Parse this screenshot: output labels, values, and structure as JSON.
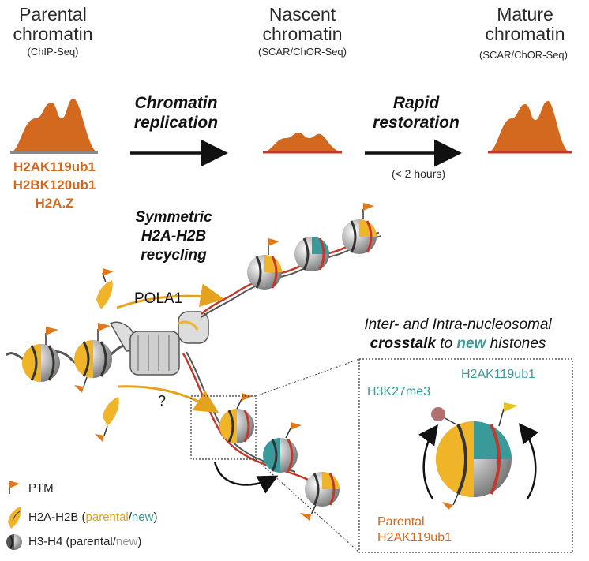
{
  "stages": [
    {
      "title_line1": "Parental",
      "title_line2": "chromatin",
      "method": "(ChIP-Seq)"
    },
    {
      "title_line1": "Nascent",
      "title_line2": "chromatin",
      "method": "(SCAR/ChOR-Seq)"
    },
    {
      "title_line1": "Mature",
      "title_line2": "chromatin",
      "method": "(SCAR/ChOR-Seq)"
    }
  ],
  "steps": [
    {
      "line1": "Chromatin",
      "line2": "replication"
    },
    {
      "line1": "Rapid",
      "line2": "restoration",
      "note": "(< 2 hours)"
    }
  ],
  "marks": [
    "H2AK119ub1",
    "H2BK120ub1",
    "H2A.Z"
  ],
  "recycling": {
    "line1": "Symmetric",
    "line2": "H2A-H2B",
    "line3": "recycling"
  },
  "polymerase": "POLA1",
  "unknown": "?",
  "crosstalk": {
    "line1": "Inter- and Intra-nucleosomal",
    "bold": "crosstalk",
    "mid": " to ",
    "new": "new",
    "end": " histones"
  },
  "inset": {
    "h3k27": "H3K27me3",
    "h2ak": "H2AK119ub1",
    "parental_line1": "Parental",
    "parental_line2": "H2AK119ub1"
  },
  "legend": {
    "ptm": "PTM",
    "h2a_prefix": "H2A-H2B (",
    "h2a_parental": "parental",
    "slash": "/",
    "h2a_new": "new",
    "close": ")",
    "h3_prefix": "H3-H4 (parental/",
    "h3_new": "new",
    "h3_close": ")"
  },
  "colors": {
    "orange": "#d2691e",
    "yellow": "#f0b429",
    "teal": "#3a9a9a",
    "red": "#c0392b",
    "grey": "#888888"
  }
}
